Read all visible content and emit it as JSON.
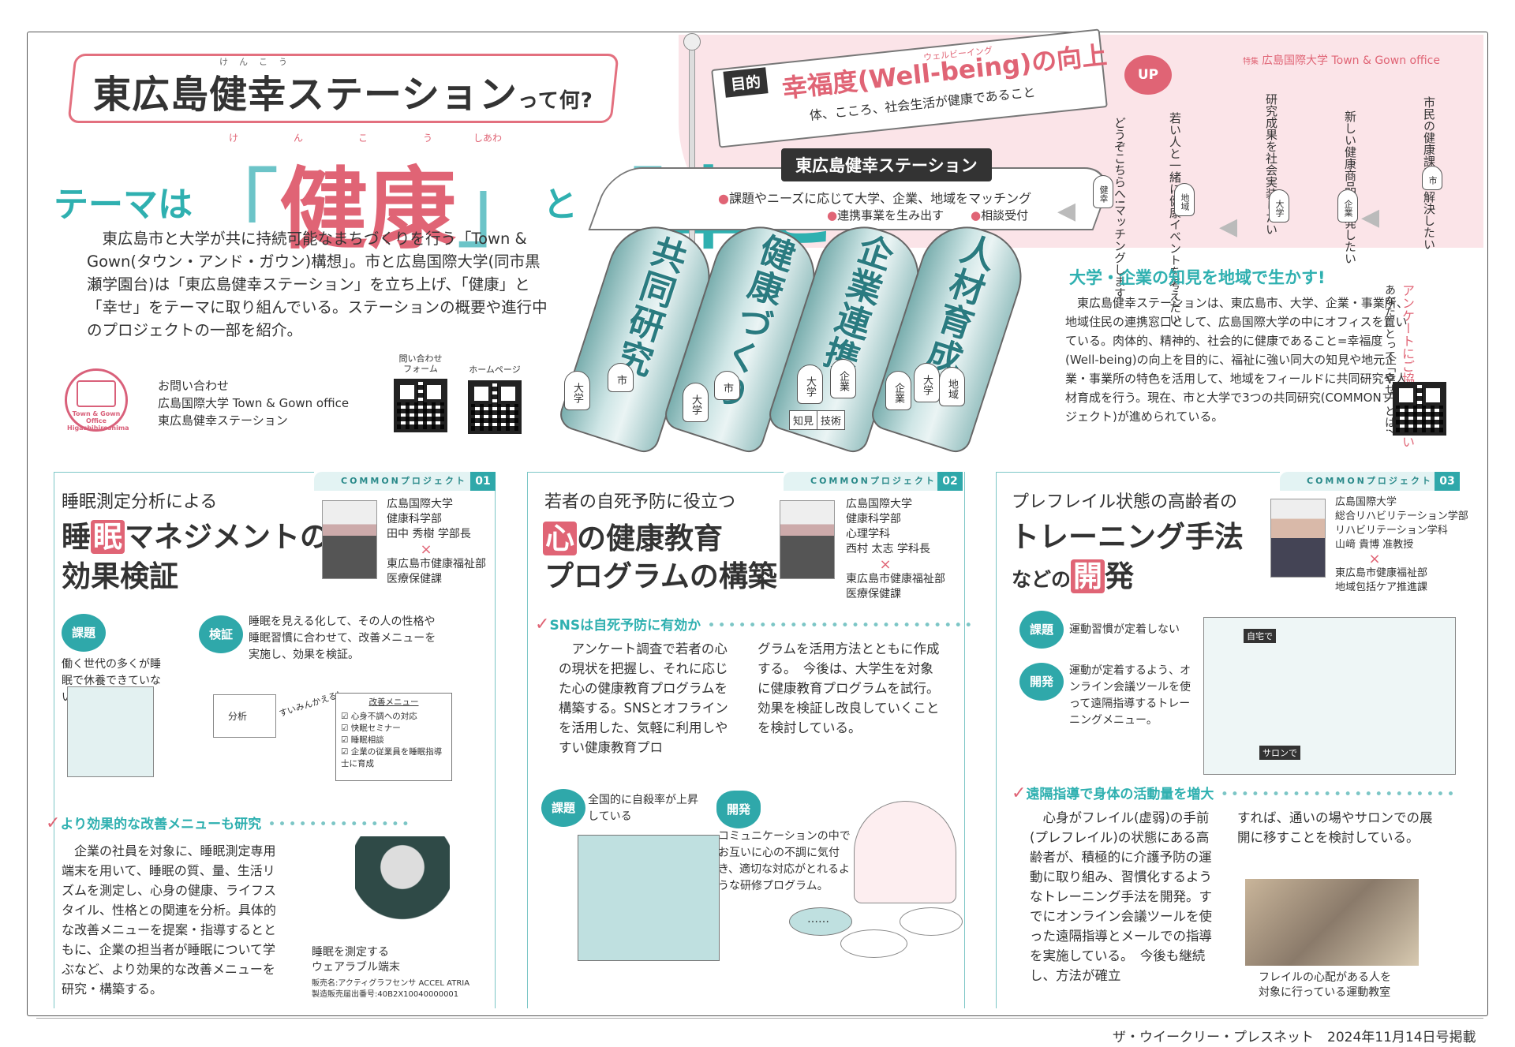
{
  "header": {
    "title": "東広島健幸ステーション",
    "title_suffix": "って何?",
    "title_ruby": "けんこう",
    "theme_prefix": "テーマは",
    "bracket_open": "「",
    "bracket_close": "」",
    "word1": "健康",
    "word1_ruby": "けんこう",
    "connector": "と",
    "word2": "幸せ",
    "word2_ruby": "しあわ",
    "intro": "東広島市と大学が共に持続可能なまちづくりを行う「Town & Gown(タウン・アンド・ガウン)構想」。市と広島国際大学(同市黒瀬学園台)は「東広島健幸ステーション」を立ち上げ、「健康」と「幸せ」をテーマに取り組んでいる。ステーションの概要や進行中のプロジェクトの一部を紹介。"
  },
  "contact": {
    "logo_text": "Town & Gown Office Higashihiroshima",
    "lines": [
      "お問い合わせ",
      "広島国際大学 Town & Gown office",
      "東広島健幸ステーション"
    ],
    "qr_form_label": "問い合わせ\nフォーム",
    "qr_home_label": "ホームページ"
  },
  "hero": {
    "special_prefix": "特集",
    "special_label": "広島国際大学 Town & Gown office",
    "mokuteki": "目的",
    "wellbeing": "幸福度(Well-being)の向上",
    "wellbeing_ruby": "ウェルビーイング",
    "wellbeing_sub": "体、こころ、社会生活が健康であること",
    "up": "UP",
    "station": "東広島健幸ステーション",
    "matching": "課題やニーズに応じて大学、企業、地域をマッチング",
    "renkei": "連携事業を生み出す",
    "soudan": "相談受付",
    "tubes": [
      "共同研究",
      "健康づくり",
      "企業連携",
      "人材育成"
    ],
    "chars": {
      "t1a": "大学",
      "t1b": "市",
      "t2a": "大学",
      "t2b": "市",
      "t3a": "大学",
      "t3b": "企業",
      "t4a": "企業",
      "t4b": "大学",
      "t4c": "地域"
    },
    "tags": [
      "知見",
      "技術"
    ],
    "voices": [
      {
        "text": "市民の健康課題を解決したい",
        "char": "市"
      },
      {
        "text": "新しい健康商品を開発したい",
        "char": "企業"
      },
      {
        "text": "研究成果を社会実装したい",
        "char": "大学"
      },
      {
        "text": "若い人と一緒に健康イベントを考えたい",
        "char": "地域"
      },
      {
        "text": "どうぞこちらへ!マッチングします",
        "char": "健幸"
      }
    ]
  },
  "knowledge": {
    "heading": "大学・企業の知見を地域で生かす!",
    "text": "東広島健幸ステーションは、東広島市、大学、企業・事業所、地域住民の連携窓口として、広島国際大学の中にオフィスを置いている。肉体的、精神的、社会的に健康であること=幸福度(Well-being)の向上を目的に、福祉に強い同大の知見や地元企業・事業所の特色を活用して、地域をフィールドに共同研究や人材育成を行う。現在、市と大学で3つの共同研究(COMMONプロジェクト)が進められている。",
    "survey_red": "アンケートにご協力ください",
    "survey": "あなたにとって「幸せ」とは?"
  },
  "projects": [
    {
      "tag": "COMMONプロジェクト",
      "num": "01",
      "sub": "睡眠測定分析による",
      "title_hi": "眠",
      "title_pre": "睡",
      "title_post": "マネジメントの",
      "title2": "効果検証",
      "person": [
        "広島国際大学",
        "健康科学部",
        "田中 秀樹 学部長",
        "×",
        "東広島市健康福祉部",
        "医療保健課"
      ],
      "badge1": "課題",
      "badge1_text": "働く世代の多くが睡眠で休養できていない",
      "badge2": "検証",
      "badge2_text": "睡眠を見える化して、その人の性格や睡眠習慣に合わせて、改善メニューを実施し、効果を検証。",
      "illus_label": "分析",
      "illus_voice": "すいみんかえる!",
      "menu_title": "改善メニュー",
      "menu_items": [
        "心身不調への対応",
        "快眠セミナー",
        "睡眠相談",
        "企業の従業員を睡眠指導士に育成"
      ],
      "check": "より効果的な改善メニューも研究",
      "body": "企業の社員を対象に、睡眠測定専用端末を用いて、睡眠の質、量、生活リズムを測定し、心身の健康、ライフスタイル、性格との関連を分析。具体的な改善メニューを提案・指導するとともに、企業の担当者が睡眠について学ぶなど、より効果的な改善メニューを研究・構築する。",
      "caption": "睡眠を測定する\nウェアラブル端末",
      "fine": "販売名:アクティグラフセンサ ACCEL ATRIA\n製造販売届出番号:40B2X10040000001"
    },
    {
      "tag": "COMMONプロジェクト",
      "num": "02",
      "sub": "若者の自死予防に役立つ",
      "title_hi": "心",
      "title_post": "の健康教育",
      "title2": "プログラムの構築",
      "person": [
        "広島国際大学",
        "健康科学部",
        "心理学科",
        "西村 太志 学科長",
        "×",
        "東広島市健康福祉部",
        "医療保健課"
      ],
      "check": "SNSは自死予防に有効か",
      "body_left": "アンケート調査で若者の心の現状を把握し、それに応じた心の健康教育プログラムを構築する。SNSとオフラインを活用した、気軽に利用しやすい健康教育プロ",
      "body_right": "グラムを活用方法とともに作成する。　今後は、大学生を対象に健康教育プログラムを試行。効果を検証し改良していくことを検討している。",
      "badge1": "課題",
      "badge1_text": "全国的に自殺率が上昇している",
      "badge2": "開発",
      "badge2_text": "コミュニケーションの中でお互いに心の不調に気付き、適切な対応がとれるような研修プログラム。",
      "bubble": "……"
    },
    {
      "tag": "COMMONプロジェクト",
      "num": "03",
      "sub": "プレフレイル状態の高齢者の",
      "title": "トレーニング手法",
      "title2_pre": "などの",
      "title2_hi": "開",
      "title2_post": "発",
      "person": [
        "広島国際大学",
        "総合リハビリテーション学部",
        "リハビリテーション学科",
        "山﨑 貴博 准教授",
        "×",
        "東広島市健康福祉部",
        "地域包括ケア推進課"
      ],
      "badge1": "課題",
      "badge1_text": "運動習慣が定着しない",
      "badge2": "開発",
      "badge2_text": "運動が定着するよう、オンライン会議ツールを使って遠隔指導するトレーニングメニュー。",
      "illus_home": "自宅で",
      "illus_salon": "サロンで",
      "check": "遠隔指導で身体の活動量を増大",
      "body_left": "心身がフレイル(虚弱)の手前(プレフレイル)の状態にある高齢者が、積極的に介護予防の運動に取り組み、習慣化するようなトレーニング手法を開発。すでにオンライン会議ツールを使った遠隔指導とメールでの指導を実施している。　今後も継続し、方法が確立",
      "body_right": "すれば、通いの場やサロンでの展開に移すことを検討している。",
      "caption": "フレイルの心配がある人を\n対象に行っている運動教室"
    }
  ],
  "footer": "ザ・ウイークリー・プレスネット　2024年11月14日号掲載",
  "colors": {
    "pink": "#e06475",
    "teal": "#2fb0b0",
    "dark": "#333333"
  }
}
